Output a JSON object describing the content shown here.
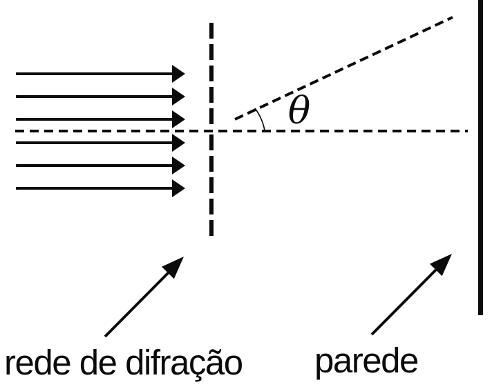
{
  "diagram": {
    "background_color": "#ffffff",
    "ink_color": "#0b0b0b",
    "angle_symbol": "θ",
    "grating_label": "rede de difração",
    "wall_label": "parede",
    "incident_rays": {
      "count": 6,
      "y_positions": [
        107,
        140,
        173,
        207,
        240,
        273
      ]
    }
  }
}
